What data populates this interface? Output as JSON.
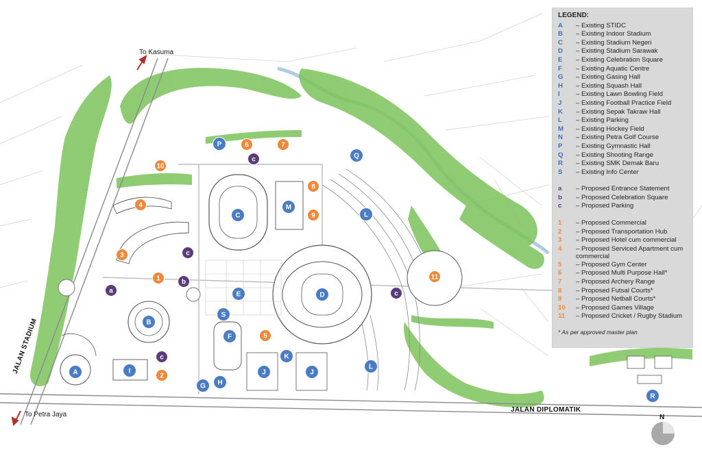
{
  "labels": {
    "to_kasuma": "To Kasuma",
    "to_petra_jaya": "To Petra Jaya",
    "jalan_stadium": "JALAN STADIUM",
    "jalan_diplomatik": "JALAN DIPLOMATIK",
    "north": "N"
  },
  "colors": {
    "existing_marker": "#4a7cc4",
    "proposed_marker_purple": "#5b3c7a",
    "proposed_marker_orange": "#f0883a",
    "trees": "#7cc35a",
    "road_lines": "#999999",
    "river": "#9cc0d6"
  },
  "legend": {
    "title": "LEGEND:",
    "existing": [
      {
        "code": "A",
        "label": "– Existing STIDC"
      },
      {
        "code": "B",
        "label": "– Existing Indoor Stadium"
      },
      {
        "code": "C",
        "label": "– Existing Stadium Negeri"
      },
      {
        "code": "D",
        "label": "– Existing Stadium Sarawak"
      },
      {
        "code": "E",
        "label": "– Existing Celebration Square"
      },
      {
        "code": "F",
        "label": "– Existing Aquatic Centre"
      },
      {
        "code": "G",
        "label": "– Existing Gasing Hall"
      },
      {
        "code": "H",
        "label": "– Existing Squash Hall"
      },
      {
        "code": "I",
        "label": "– Existing Lawn Bowling Field"
      },
      {
        "code": "J",
        "label": "– Existing Football Practice Field"
      },
      {
        "code": "K",
        "label": "– Existing Sepak Takraw Hall"
      },
      {
        "code": "L",
        "label": "– Existing Parking"
      },
      {
        "code": "M",
        "label": "– Existing Hockey Field"
      },
      {
        "code": "N",
        "label": "– Existing Petra Golf Course"
      },
      {
        "code": "P",
        "label": "– Existing Gymnastic Hall"
      },
      {
        "code": "Q",
        "label": "– Existing Shooting Range"
      },
      {
        "code": "R",
        "label": "– Existing SMK Demak Baru"
      },
      {
        "code": "S",
        "label": "– Existing Info Center"
      }
    ],
    "proposed_purple": [
      {
        "code": "a",
        "label": "– Proposed Entrance Statement"
      },
      {
        "code": "b",
        "label": "– Proposed Celebration Square"
      },
      {
        "code": "c",
        "label": "– Proposed Parking"
      }
    ],
    "proposed_orange": [
      {
        "code": "1",
        "label": "– Proposed Commercial"
      },
      {
        "code": "2",
        "label": "– Proposed Transportation Hub"
      },
      {
        "code": "3",
        "label": "– Proposed Hotel cum commercial"
      },
      {
        "code": "4",
        "label": "– Proposed Serviced Apartment cum commercial"
      },
      {
        "code": "5",
        "label": "– Proposed Gym Center"
      },
      {
        "code": "6",
        "label": "– Proposed Multi Purpose Hall*"
      },
      {
        "code": "7",
        "label": "– Proposed Archery Range"
      },
      {
        "code": "8",
        "label": "– Proposed Futsal Courts*"
      },
      {
        "code": "9",
        "label": "– Proposed Netball Courts*"
      },
      {
        "code": "10",
        "label": "– Proposed Games Village"
      },
      {
        "code": "11",
        "label": "– Proposed Cricket / Rugby Stadium"
      }
    ],
    "note": "* As per approved master plan"
  },
  "markers": [
    {
      "code": "A",
      "kind": "existing"
    },
    {
      "code": "B",
      "kind": "existing"
    },
    {
      "code": "C",
      "kind": "existing"
    },
    {
      "code": "D",
      "kind": "existing"
    },
    {
      "code": "E",
      "kind": "existing"
    },
    {
      "code": "F",
      "kind": "existing"
    },
    {
      "code": "G",
      "kind": "existing"
    },
    {
      "code": "H",
      "kind": "existing"
    },
    {
      "code": "I",
      "kind": "existing"
    },
    {
      "code": "J",
      "kind": "existing"
    },
    {
      "code": "J",
      "kind": "existing"
    },
    {
      "code": "K",
      "kind": "existing"
    },
    {
      "code": "L",
      "kind": "existing"
    },
    {
      "code": "L",
      "kind": "existing"
    },
    {
      "code": "M",
      "kind": "existing"
    },
    {
      "code": "P",
      "kind": "existing"
    },
    {
      "code": "Q",
      "kind": "existing"
    },
    {
      "code": "R",
      "kind": "existing"
    },
    {
      "code": "S",
      "kind": "existing"
    },
    {
      "code": "a",
      "kind": "purple"
    },
    {
      "code": "b",
      "kind": "purple"
    },
    {
      "code": "c",
      "kind": "purple"
    },
    {
      "code": "c",
      "kind": "purple"
    },
    {
      "code": "c",
      "kind": "purple"
    },
    {
      "code": "c",
      "kind": "purple"
    },
    {
      "code": "1",
      "kind": "orange"
    },
    {
      "code": "2",
      "kind": "orange"
    },
    {
      "code": "3",
      "kind": "orange"
    },
    {
      "code": "4",
      "kind": "orange"
    },
    {
      "code": "5",
      "kind": "orange"
    },
    {
      "code": "6",
      "kind": "orange"
    },
    {
      "code": "7",
      "kind": "orange"
    },
    {
      "code": "8",
      "kind": "orange"
    },
    {
      "code": "9",
      "kind": "orange"
    },
    {
      "code": "10",
      "kind": "orange"
    },
    {
      "code": "11",
      "kind": "orange"
    }
  ]
}
